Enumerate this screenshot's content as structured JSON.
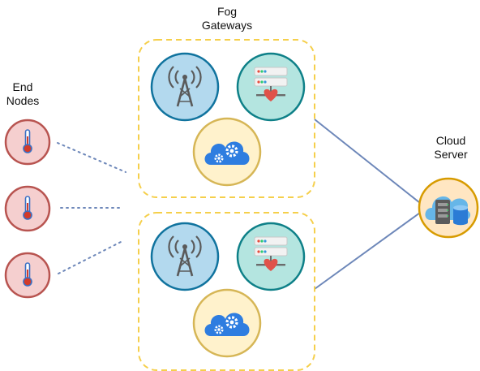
{
  "labels": {
    "end_nodes": [
      "End",
      "Nodes"
    ],
    "fog_gateways": [
      "Fog",
      "Gateways"
    ],
    "cloud_server": [
      "Cloud",
      "Server"
    ]
  },
  "colors": {
    "gateway_border": "#f5cf4b",
    "link_line": "#6d87b9",
    "sensor_fill": "#f5cfcf",
    "sensor_stroke": "#b85450",
    "antenna_fill": "#b3d9ee",
    "antenna_stroke": "#10739e",
    "server_fill": "#b4e5e0",
    "server_stroke": "#0e8088",
    "cloud_node_fill": "#fff2cc",
    "cloud_node_stroke": "#d6b656",
    "cloud_blue": "#2e7de0"
  },
  "icons": {
    "sensor": "thermometer-icon",
    "antenna": "antenna-icon",
    "server": "server-rack-icon",
    "compute": "cloud-gear-icon",
    "cloud_server": "cloud-server-icon"
  }
}
